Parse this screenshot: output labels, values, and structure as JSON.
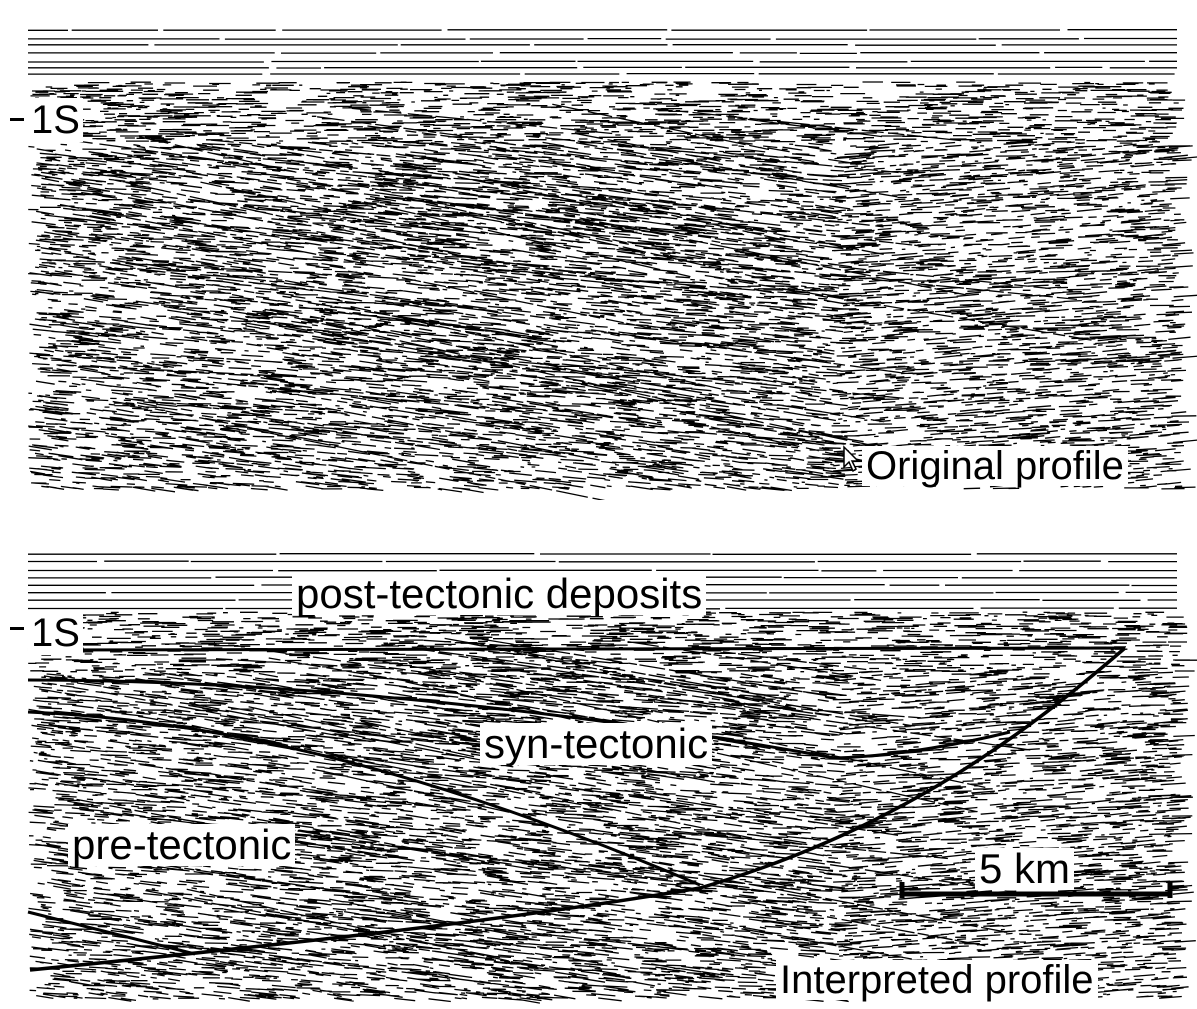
{
  "figure": {
    "panel_top": {
      "time_marker": "1S",
      "title": "Original profile"
    },
    "panel_bottom": {
      "time_marker": "1S",
      "units": [
        "post-tectonic deposits",
        "syn-tectonic",
        "pre-tectonic"
      ],
      "scale_bar_label": "5 km",
      "title": "Interpreted profile"
    },
    "icons": [
      "mouse-cursor-icon"
    ]
  }
}
